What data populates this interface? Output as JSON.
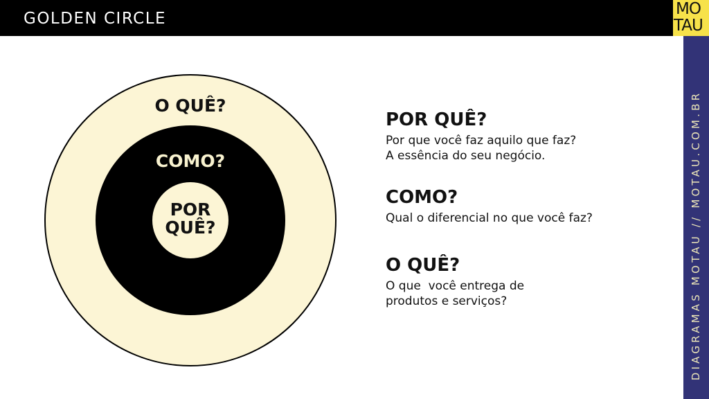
{
  "header": {
    "title": "GOLDEN CIRCLE"
  },
  "logo": {
    "line1": "MO",
    "line2": "TAU"
  },
  "sidebar": {
    "text": "DIAGRAMAS MOTAU // MOTAU.COM.BR"
  },
  "colors": {
    "cream": "#fcf5d5",
    "black": "#000000",
    "accent_yellow": "#f7e24a",
    "sidebar_navy": "#323377"
  },
  "circle": {
    "outer_label": "O QUÊ?",
    "middle_label": "COMO?",
    "inner_label_line1": "POR",
    "inner_label_line2": "QUÊ?"
  },
  "explanations": [
    {
      "heading": "POR QUÊ?",
      "lines": [
        "Por que você faz aquilo que faz?",
        "A essência do seu negócio."
      ]
    },
    {
      "heading": "COMO?",
      "lines": [
        "Qual o diferencial no que você faz?"
      ]
    },
    {
      "heading": "O QUÊ?",
      "lines": [
        "O que  você entrega de",
        "produtos e serviços?"
      ]
    }
  ]
}
